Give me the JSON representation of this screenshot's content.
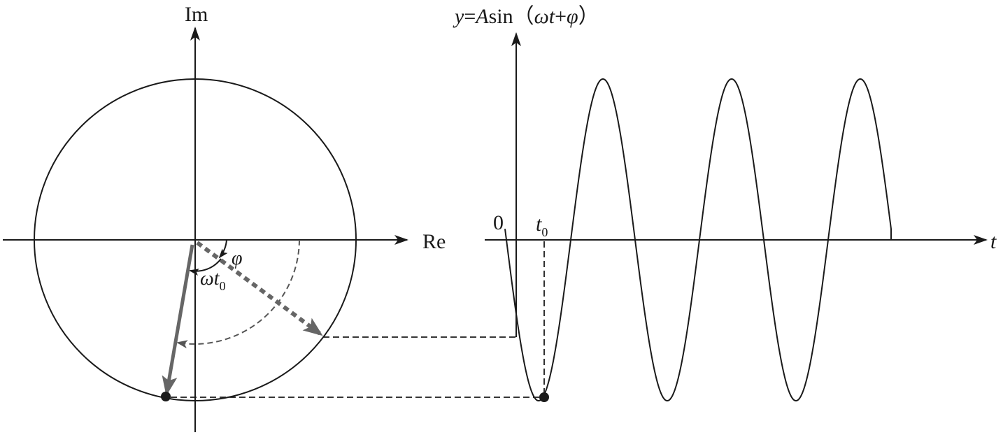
{
  "phasor": {
    "axis_im": "Im",
    "axis_re": "Re",
    "angle_phi": "φ",
    "angle_omega": "ω",
    "angle_t": "t",
    "angle_sub": "0"
  },
  "wave": {
    "title_y": "y",
    "title_eq": "=",
    "title_A": "A",
    "title_sin": "sin（",
    "title_omega": "ω",
    "title_t": "t",
    "title_plus": "+",
    "title_phi": "φ",
    "title_close": "）",
    "origin": "0",
    "t0_base": "t",
    "t0_sub": "0",
    "axis_t": "t"
  },
  "colors": {
    "line": "#1a1a1a",
    "vector": "#666666",
    "dashed": "#555555"
  }
}
